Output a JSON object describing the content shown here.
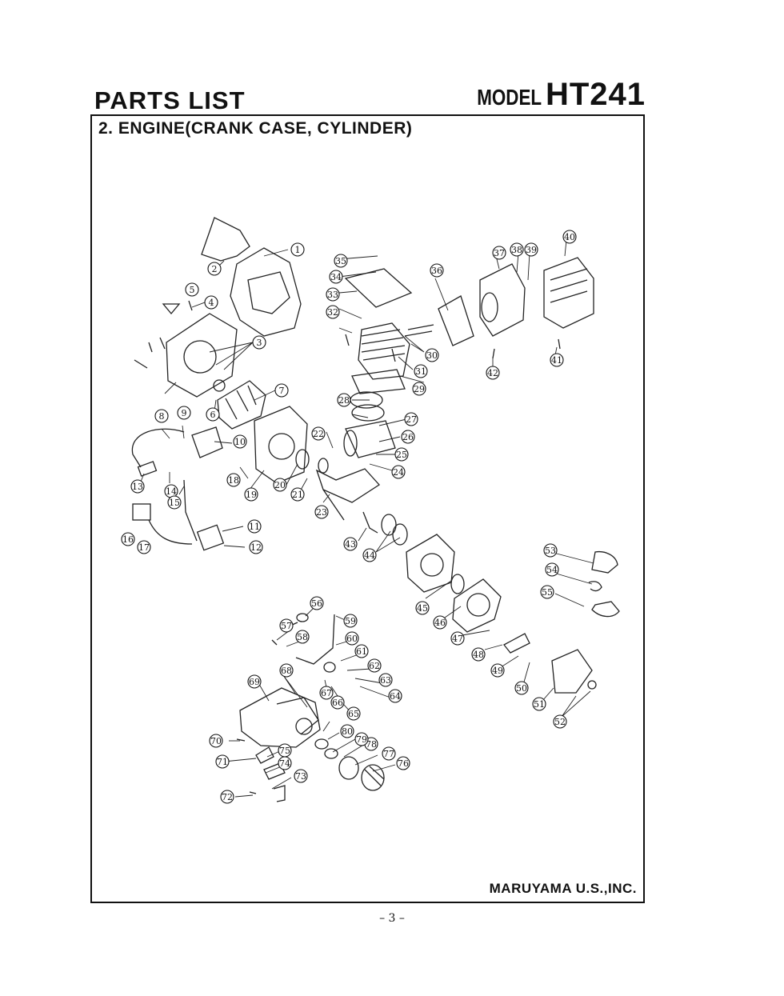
{
  "header": {
    "title": "PARTS LIST",
    "model_word": "MODEL",
    "model_number": "HT241"
  },
  "section": {
    "title": "2. ENGINE(CRANK CASE, CYLINDER)"
  },
  "footer": {
    "company": "MARUYAMA U.S.,INC.",
    "page": "– 3 –"
  },
  "diagram": {
    "callouts": [
      "1",
      "2",
      "3",
      "4",
      "5",
      "6",
      "7",
      "8",
      "9",
      "10",
      "11",
      "12",
      "13",
      "14",
      "15",
      "16",
      "17",
      "18",
      "19",
      "20",
      "21",
      "22",
      "23",
      "24",
      "25",
      "26",
      "27",
      "28",
      "29",
      "30",
      "31",
      "32",
      "33",
      "34",
      "35",
      "36",
      "37",
      "38",
      "39",
      "40",
      "41",
      "42",
      "43",
      "44",
      "45",
      "46",
      "47",
      "48",
      "49",
      "50",
      "51",
      "52",
      "53",
      "54",
      "55",
      "56",
      "57",
      "58",
      "59",
      "60",
      "61",
      "62",
      "63",
      "64",
      "65",
      "66",
      "67",
      "68",
      "69",
      "70",
      "71",
      "72",
      "73",
      "74",
      "75",
      "76",
      "77",
      "78",
      "79",
      "80"
    ]
  }
}
